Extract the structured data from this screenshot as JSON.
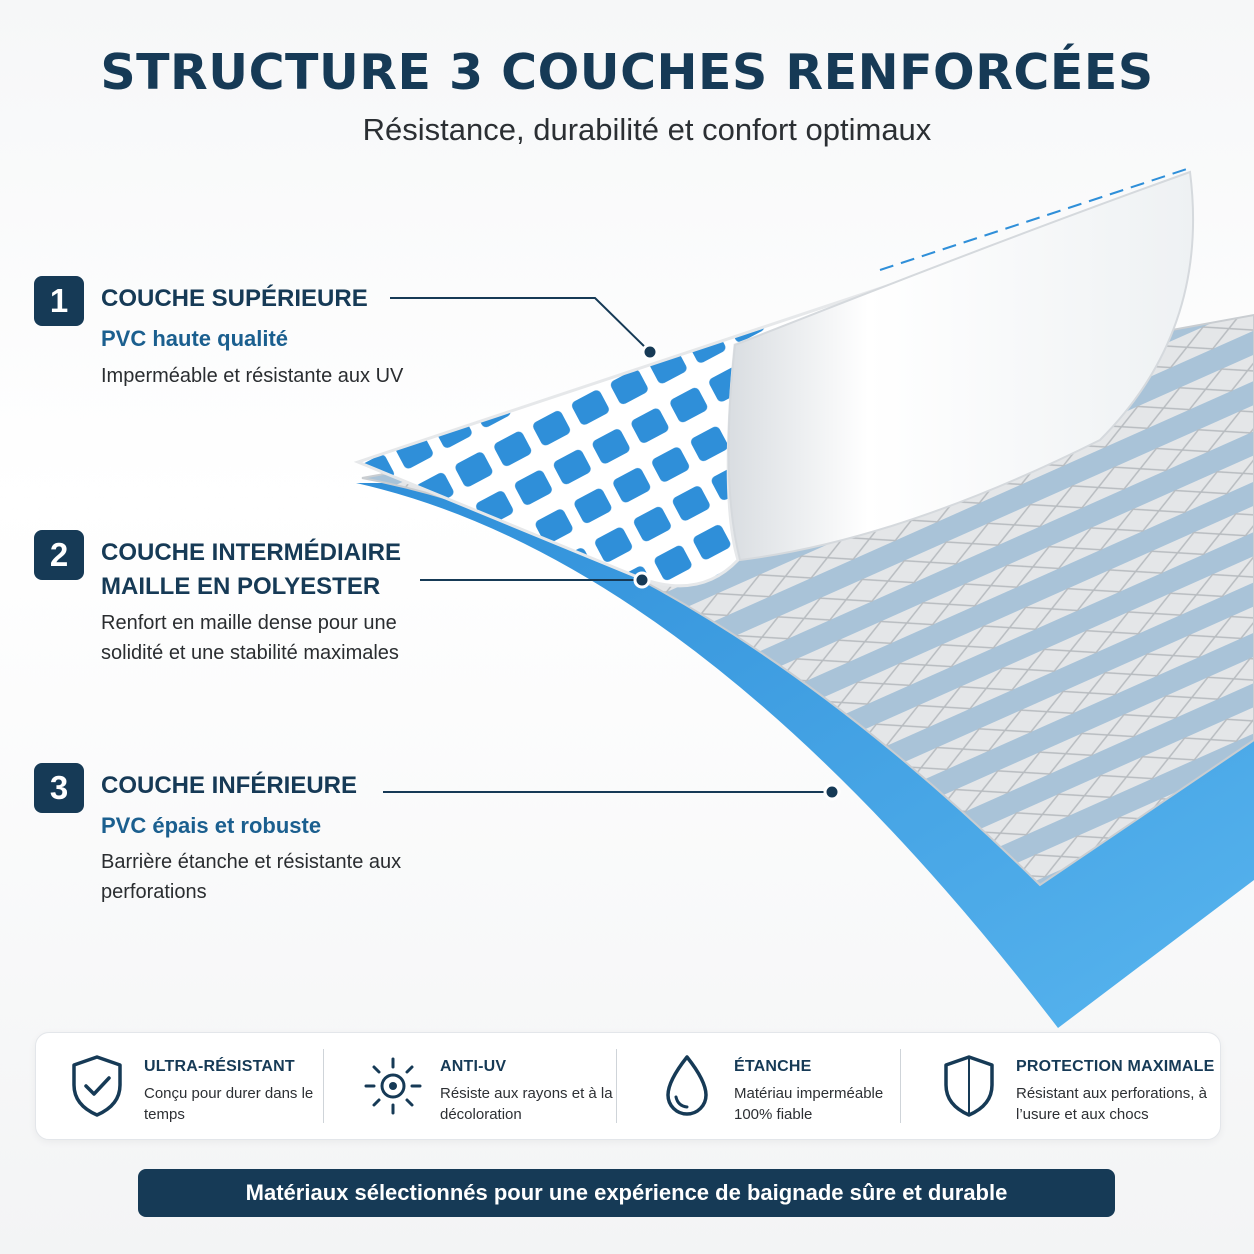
{
  "header": {
    "title": "STRUCTURE 3 COUCHES RENFORCÉES",
    "subtitle": "Résistance, durabilité et confort optimaux"
  },
  "layers": [
    {
      "number": "1",
      "title": "COUCHE SUPÉRIEURE",
      "subtitle": "PVC haute qualité",
      "description": "Imperméable et résistante aux UV"
    },
    {
      "number": "2",
      "title": "COUCHE INTERMÉDIAIRE MAILLE EN POLYESTER",
      "subtitle": "",
      "description": "Renfort en maille dense pour une solidité et une stabilité maximales"
    },
    {
      "number": "3",
      "title": "COUCHE INFÉRIEURE",
      "subtitle": "PVC épais et robuste",
      "description": "Barrière étanche et résistante aux perforations"
    }
  ],
  "features": [
    {
      "icon": "shield-check-icon",
      "title": "ULTRA-RÉSISTANT",
      "description": "Conçu pour durer dans le temps"
    },
    {
      "icon": "sun-icon",
      "title": "ANTI-UV",
      "description": "Résiste aux rayons et à la décoloration"
    },
    {
      "icon": "water-drop-icon",
      "title": "ÉTANCHE",
      "description": "Matériau imperméable 100% fiable"
    },
    {
      "icon": "shield-icon",
      "title": "PROTECTION MAXIMALE",
      "description": "Résistant aux perforations, à l’usure et aux chocs"
    }
  ],
  "footer": {
    "text": "Matériaux sélectionnés pour une expérience de baignade sûre et durable"
  },
  "colors": {
    "navy": "#163a56",
    "blue": "#2f8fd9",
    "light_blue": "#4aa6e8",
    "mesh": "#dcdfe2"
  }
}
